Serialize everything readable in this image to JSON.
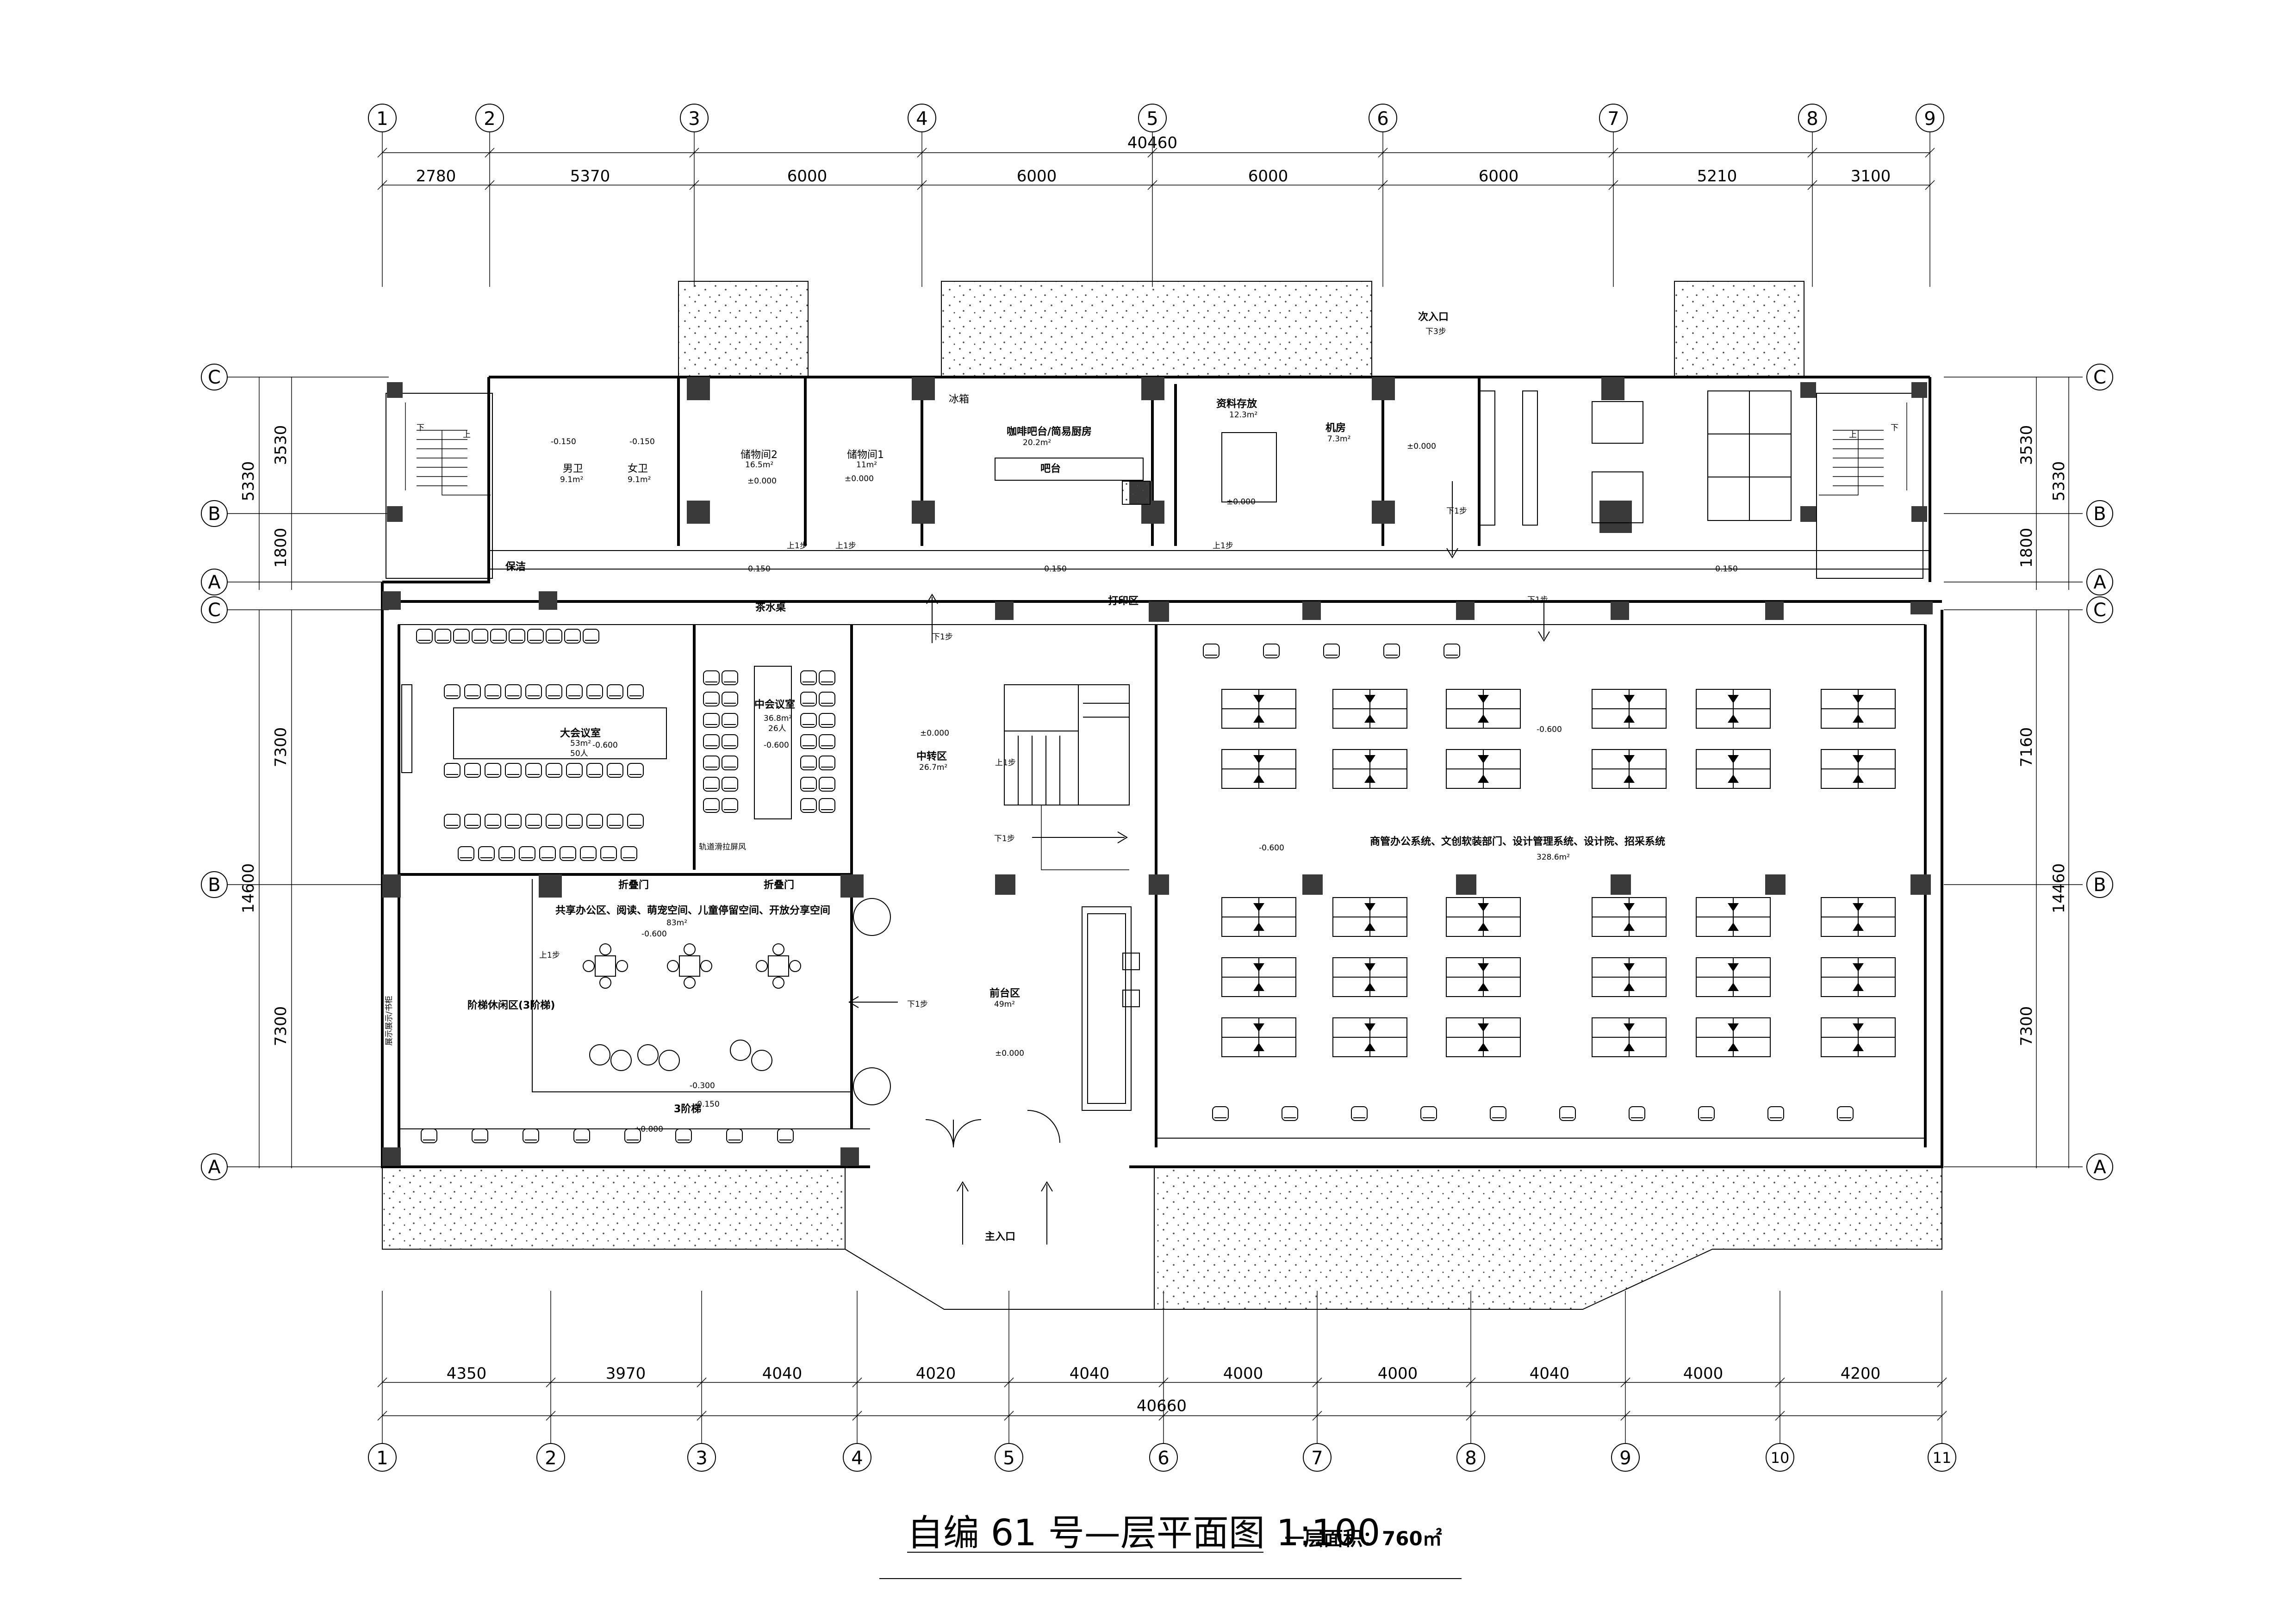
{
  "drawing": {
    "axes_top": [
      "1",
      "2",
      "3",
      "4",
      "5",
      "6",
      "7",
      "8",
      "9"
    ],
    "axes_bottom": [
      "1",
      "2",
      "3",
      "4",
      "5",
      "6",
      "7",
      "8",
      "9",
      "10",
      "11"
    ],
    "axes_side": [
      "C",
      "B",
      "A",
      "C",
      "B",
      "A"
    ],
    "top_total": "40460",
    "top_dims": [
      "2780",
      "5370",
      "6000",
      "6000",
      "6000",
      "6000",
      "5210",
      "3100"
    ],
    "bottom_total": "40660",
    "bottom_dims": [
      "4350",
      "3970",
      "4040",
      "4020",
      "4040",
      "4000",
      "4000",
      "4040",
      "4000",
      "4200"
    ],
    "left_dims_upper": [
      "3530",
      "1800"
    ],
    "left_dim_upper_total": "5330",
    "left_dims_lower": [
      "7300",
      "7300"
    ],
    "left_dim_lower_total": "14600",
    "right_dims_upper": [
      "3530",
      "1800"
    ],
    "right_dim_upper_total": "5330",
    "right_dims_lower": [
      "7160",
      "7300"
    ],
    "right_dim_lower_total": "14460"
  },
  "rooms": {
    "male_wc": "男卫",
    "male_wc_area": "9.1m²",
    "female_wc": "女卫",
    "female_wc_area": "9.1m²",
    "storage2": "储物间2",
    "storage2_area": "16.5m²",
    "storage1": "储物间1",
    "storage1_area": "11m²",
    "fridge": "冰箱",
    "cafe": "咖啡吧台/简易厨房",
    "cafe_area": "20.2m²",
    "bar": "吧台",
    "archive": "资料存放",
    "archive_area": "12.3m²",
    "machine": "机房",
    "machine_area": "7.3m²",
    "side_entry": "次入口",
    "cleaning": "保洁",
    "tea": "茶水桌",
    "print": "打印区",
    "big_meeting": "大会议室",
    "big_meeting_area": "53m²",
    "big_meeting_people": "50人",
    "mid_meeting": "中会议室",
    "mid_meeting_area": "36.8m²",
    "mid_meeting_people": "26人",
    "track_screen": "轨道滑拉屏风",
    "transfer": "中转区",
    "transfer_area": "26.7m²",
    "office": "商管办公系统、文创软装部门、设计管理系统、设计院、招采系统",
    "office_area": "328.6m²",
    "shared": "共享办公区、阅读、萌宠空间、儿童停留空间、开放分享空间",
    "shared_area": "83m²",
    "fold_door": "折叠门",
    "stair_rest": "阶梯休闲区(3阶梯)",
    "display": "展示展示/书柜",
    "reception": "前台区",
    "reception_area": "49m²",
    "steps3": "3阶梯",
    "main_entry": "主入口"
  },
  "levels": {
    "l000": "±0.000",
    "l0150": "-0.150",
    "l0600": "-0.600",
    "l0300": "-0.300",
    "up1": "上1步",
    "down1": "下1步",
    "down3": "下3步",
    "up": "上",
    "down": "下"
  },
  "footer": {
    "title": "自编 61 号—层平面图 1:100",
    "area": "一层面积：760㎡"
  }
}
